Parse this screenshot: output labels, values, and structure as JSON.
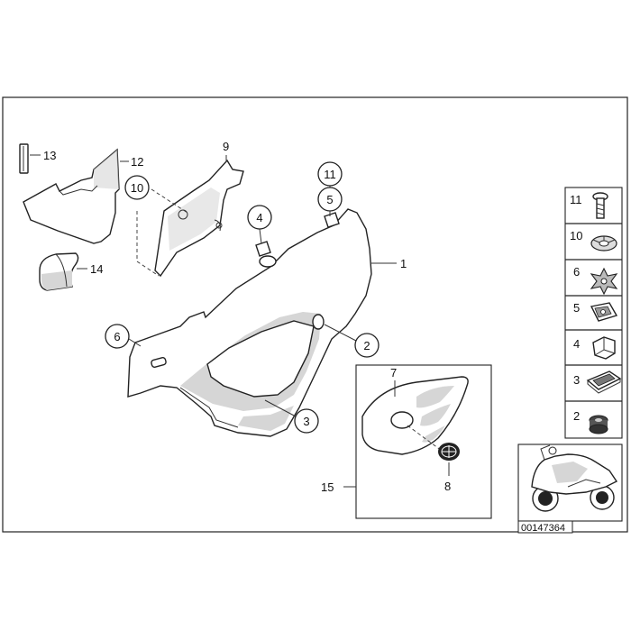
{
  "diagram_id": "00147364",
  "callouts": {
    "c1": "1",
    "c2": "2",
    "c3": "3",
    "c4": "4",
    "c5": "5",
    "c6": "6",
    "c7": "7",
    "c8": "8",
    "c9": "9",
    "c10": "10",
    "c11": "11",
    "c12": "12",
    "c13": "13",
    "c14": "14",
    "c15": "15"
  },
  "legend": [
    "11",
    "10",
    "6",
    "5",
    "4",
    "3",
    "2"
  ],
  "colors": {
    "line": "#222222",
    "shade": "#d6d6d6",
    "background": "#ffffff"
  }
}
